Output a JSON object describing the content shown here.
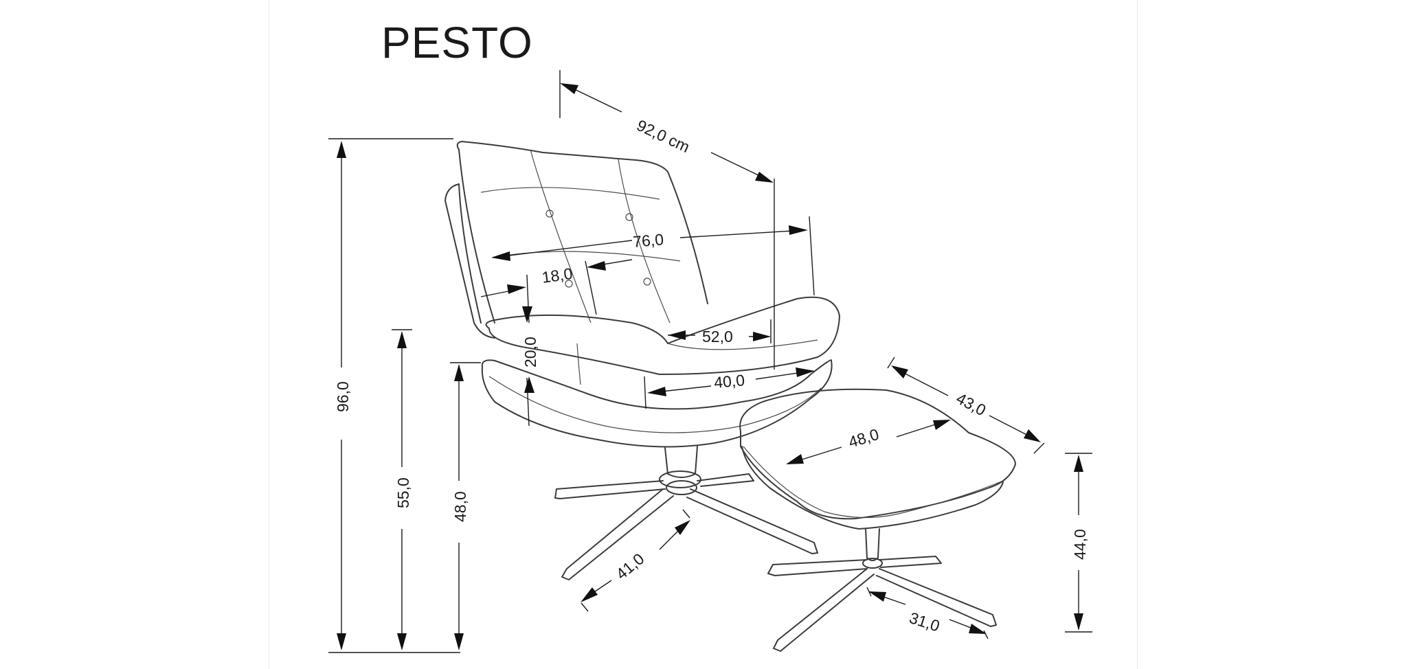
{
  "title": "PESTO",
  "dimensions": {
    "overall_width": "92,0 cm",
    "seat_width_total": "76,0",
    "armrest_width": "18,0",
    "seat_width": "52,0",
    "armrest_height": "20,0",
    "seat_depth": "40,0",
    "total_height": "96,0",
    "armrest_floor_height": "55,0",
    "seat_height": "48,0",
    "base_radius_chair": "41,0",
    "footstool_depth": "43,0",
    "footstool_width": "48,0",
    "footstool_height": "44,0",
    "base_radius_footstool": "31,0"
  }
}
